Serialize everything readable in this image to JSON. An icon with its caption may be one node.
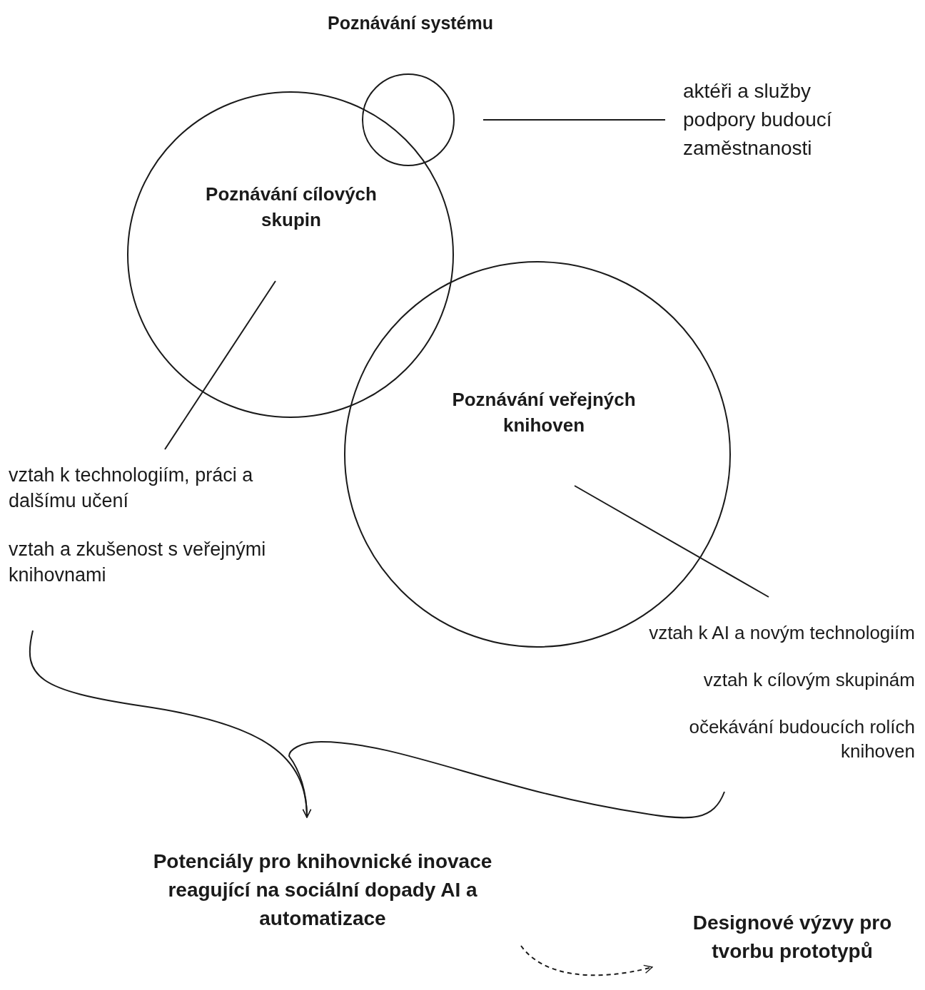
{
  "diagram": {
    "nodes": [
      {
        "text": [
          "Poznávání systému"
        ]
      },
      {
        "text": [
          "Poznávání cílových skupin"
        ]
      },
      {
        "text": [
          "Poznávání veřejných knihoven"
        ]
      },
      {
        "text": [
          "aktéři a služby podpory budoucí zaměstnanosti"
        ]
      },
      {
        "text": [
          "vztah k technologiím, práci a dalšímu učení",
          "vztah a zkušenost s veřejnými knihovnami"
        ]
      },
      {
        "text": [
          "vztah k AI a novým technologiím",
          "vztah k cílovým skupinám",
          "očekávání budoucích rolích knihoven"
        ]
      },
      {
        "text": [
          "Potenciály pro knihovnické inovace reagující na sociální dopady AI a automatizace"
        ]
      },
      {
        "text": [
          "Designové výzvy pro tvorbu prototypů"
        ]
      }
    ],
    "edges": [
      {
        "from": 3,
        "to": 0,
        "arrow": "none"
      },
      {
        "from": 4,
        "to": 1,
        "arrow": "none"
      },
      {
        "from": 5,
        "to": 2,
        "arrow": "none"
      },
      {
        "from": 4,
        "to": 6,
        "arrow": "to"
      },
      {
        "from": 5,
        "to": 6,
        "arrow": "to"
      },
      {
        "from": 6,
        "to": 7,
        "arrow": "to",
        "style": "dashed"
      }
    ]
  }
}
